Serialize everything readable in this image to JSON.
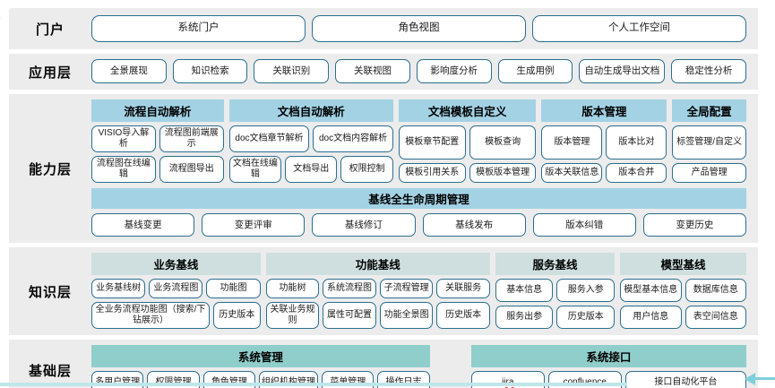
{
  "colors": {
    "band_bg": "#ececec",
    "chip_border": "#2b6e8e",
    "header_blue": "#a3d2e5",
    "header_pale": "#cfdfdf",
    "header_teal": "#8fcecb",
    "bottom_accent": "#7fd0da"
  },
  "layers": [
    {
      "id": "portal",
      "label": "门户",
      "chips": [
        "系统门户",
        "角色视图",
        "个人工作空间"
      ]
    },
    {
      "id": "app",
      "label": "应用层",
      "chips": [
        "全景展现",
        "知识检索",
        "关联识别",
        "关联视图",
        "影响度分析",
        "生成用例",
        "自动生成导出文档",
        "稳定性分析"
      ]
    },
    {
      "id": "capability",
      "label": "能力层",
      "group_style": "blue",
      "groups": [
        {
          "header": "流程自动解析",
          "flex": 150,
          "rows": [
            [
              "VISIO导入解析",
              "流程图前端展示"
            ],
            [
              "流程图在线编辑",
              "流程图导出"
            ]
          ]
        },
        {
          "header": "文档自动解析",
          "flex": 186,
          "rows": [
            [
              "doc文档章节解析",
              "doc文档内容解析"
            ],
            [
              "文档在线编辑",
              "文档导出",
              "权限控制"
            ]
          ]
        },
        {
          "header": "文档模板自定义",
          "flex": 156,
          "rows": [
            [
              "模板章节配置",
              "模板查询"
            ],
            [
              "模板引用关系",
              "模板版本管理"
            ]
          ]
        },
        {
          "header": "版本管理",
          "flex": 142,
          "rows": [
            [
              "版本管理",
              "版本比对"
            ],
            [
              "版本关联信息",
              "版本合并"
            ]
          ]
        },
        {
          "header": "全局配置",
          "flex": 84,
          "rows": [
            [
              "标签管理/自定义"
            ],
            [
              "产品管理"
            ]
          ]
        }
      ],
      "sub_band": {
        "header": "基线全生命周期管理",
        "chips": [
          "基线变更",
          "变更评审",
          "基线修订",
          "基线发布",
          "版本纠错",
          "变更历史"
        ]
      }
    },
    {
      "id": "knowledge",
      "label": "知识层",
      "group_style": "pale",
      "groups": [
        {
          "header": "业务基线",
          "flex": 190,
          "rows": [
            [
              "业务基线树",
              "业务流程图",
              "功能图"
            ],
            [
              {
                "t": "全业务流程功能图（搜索/下钻展示）",
                "flex": 2.7
              },
              "历史版本"
            ]
          ]
        },
        {
          "header": "功能基线",
          "flex": 252,
          "rows": [
            [
              "功能树",
              "系统流程图",
              "子流程管理",
              "关联服务"
            ],
            [
              "关联业务规则",
              "属性可配置",
              "功能全景图",
              "历史版本"
            ]
          ]
        },
        {
          "header": "服务基线",
          "flex": 134,
          "rows": [
            [
              "基本信息",
              "服务入参"
            ],
            [
              "服务出参",
              "历史版本"
            ]
          ]
        },
        {
          "header": "模型基线",
          "flex": 142,
          "rows": [
            [
              "模型基本信息",
              "数据库信息"
            ],
            [
              "用户信息",
              "表空间信息"
            ]
          ]
        }
      ]
    },
    {
      "id": "foundation",
      "label": "基础层",
      "group_style": "teal",
      "groups": [
        {
          "header": "系统管理",
          "flex": 375,
          "rows": [
            [
              "多用户管理",
              "权限管理",
              "角色管理",
              "组织机构管理",
              "菜单管理",
              "操作日志"
            ]
          ]
        },
        {
          "header": "系统接口",
          "flex": 305,
          "gap_before": 40,
          "rows": [
            [
              {
                "t": "jira",
                "wavy": true
              },
              "confluence",
              {
                "t": "接口自动化平台",
                "flex": 1.7
              }
            ]
          ]
        }
      ]
    }
  ]
}
